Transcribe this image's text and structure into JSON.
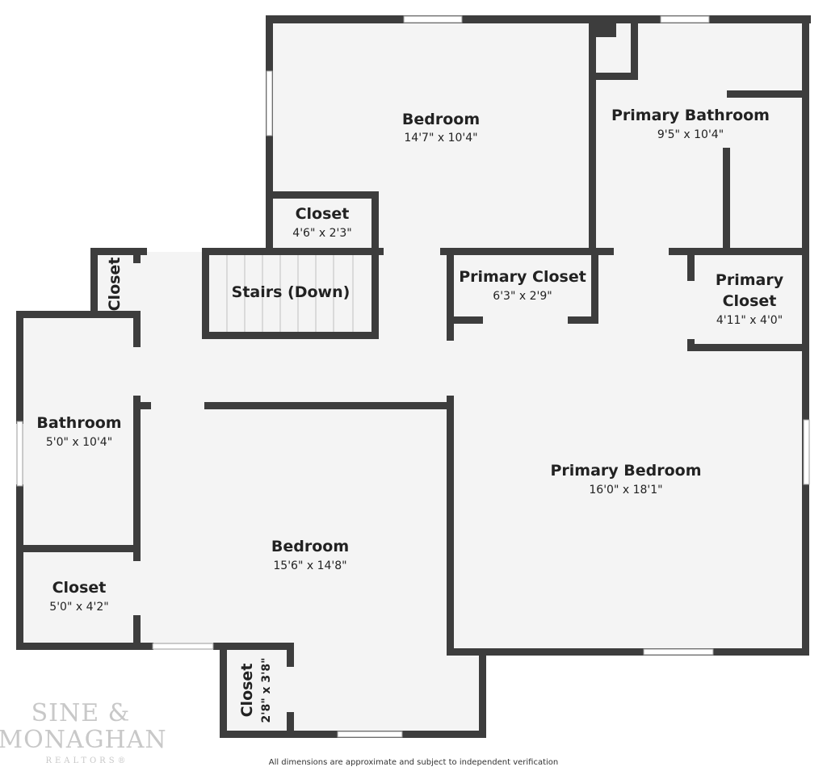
{
  "rooms": [
    {
      "key": "bedroom_top",
      "name": "Bedroom",
      "dims": "14'7\" x 10'4\""
    },
    {
      "key": "primary_bathroom",
      "name": "Primary Bathroom",
      "dims": "9'5\" x 10'4\""
    },
    {
      "key": "closet_top",
      "name": "Closet",
      "dims": "4'6\" x 2'3\""
    },
    {
      "key": "closet_left_small",
      "name": "Closet",
      "dims": ""
    },
    {
      "key": "stairs",
      "name": "Stairs (Down)",
      "dims": ""
    },
    {
      "key": "primary_closet_1",
      "name": "Primary Closet",
      "dims": "6'3\" x 2'9\""
    },
    {
      "key": "primary_closet_2",
      "name": "Primary Closet",
      "dims": "4'11\" x 4'0\""
    },
    {
      "key": "bathroom",
      "name": "Bathroom",
      "dims": "5'0\" x 10'4\""
    },
    {
      "key": "primary_bedroom",
      "name": "Primary Bedroom",
      "dims": "16'0\" x 18'1\""
    },
    {
      "key": "bedroom_bottom",
      "name": "Bedroom",
      "dims": "15'6\" x 14'8\""
    },
    {
      "key": "closet_bottom_left",
      "name": "Closet",
      "dims": "5'0\" x 4'2\""
    },
    {
      "key": "closet_bottom_small",
      "name": "Closet",
      "dims": "2'8\" x 3'8\""
    }
  ],
  "disclaimer": "All dimensions are approximate and subject to independent verification",
  "logo": {
    "line1": "SINE &",
    "line2": "MONAGHAN",
    "line3": "REALTORS®"
  },
  "colors": {
    "wall": "#3d3d3d",
    "floor": "#f4f4f4",
    "background": "#ffffff"
  }
}
